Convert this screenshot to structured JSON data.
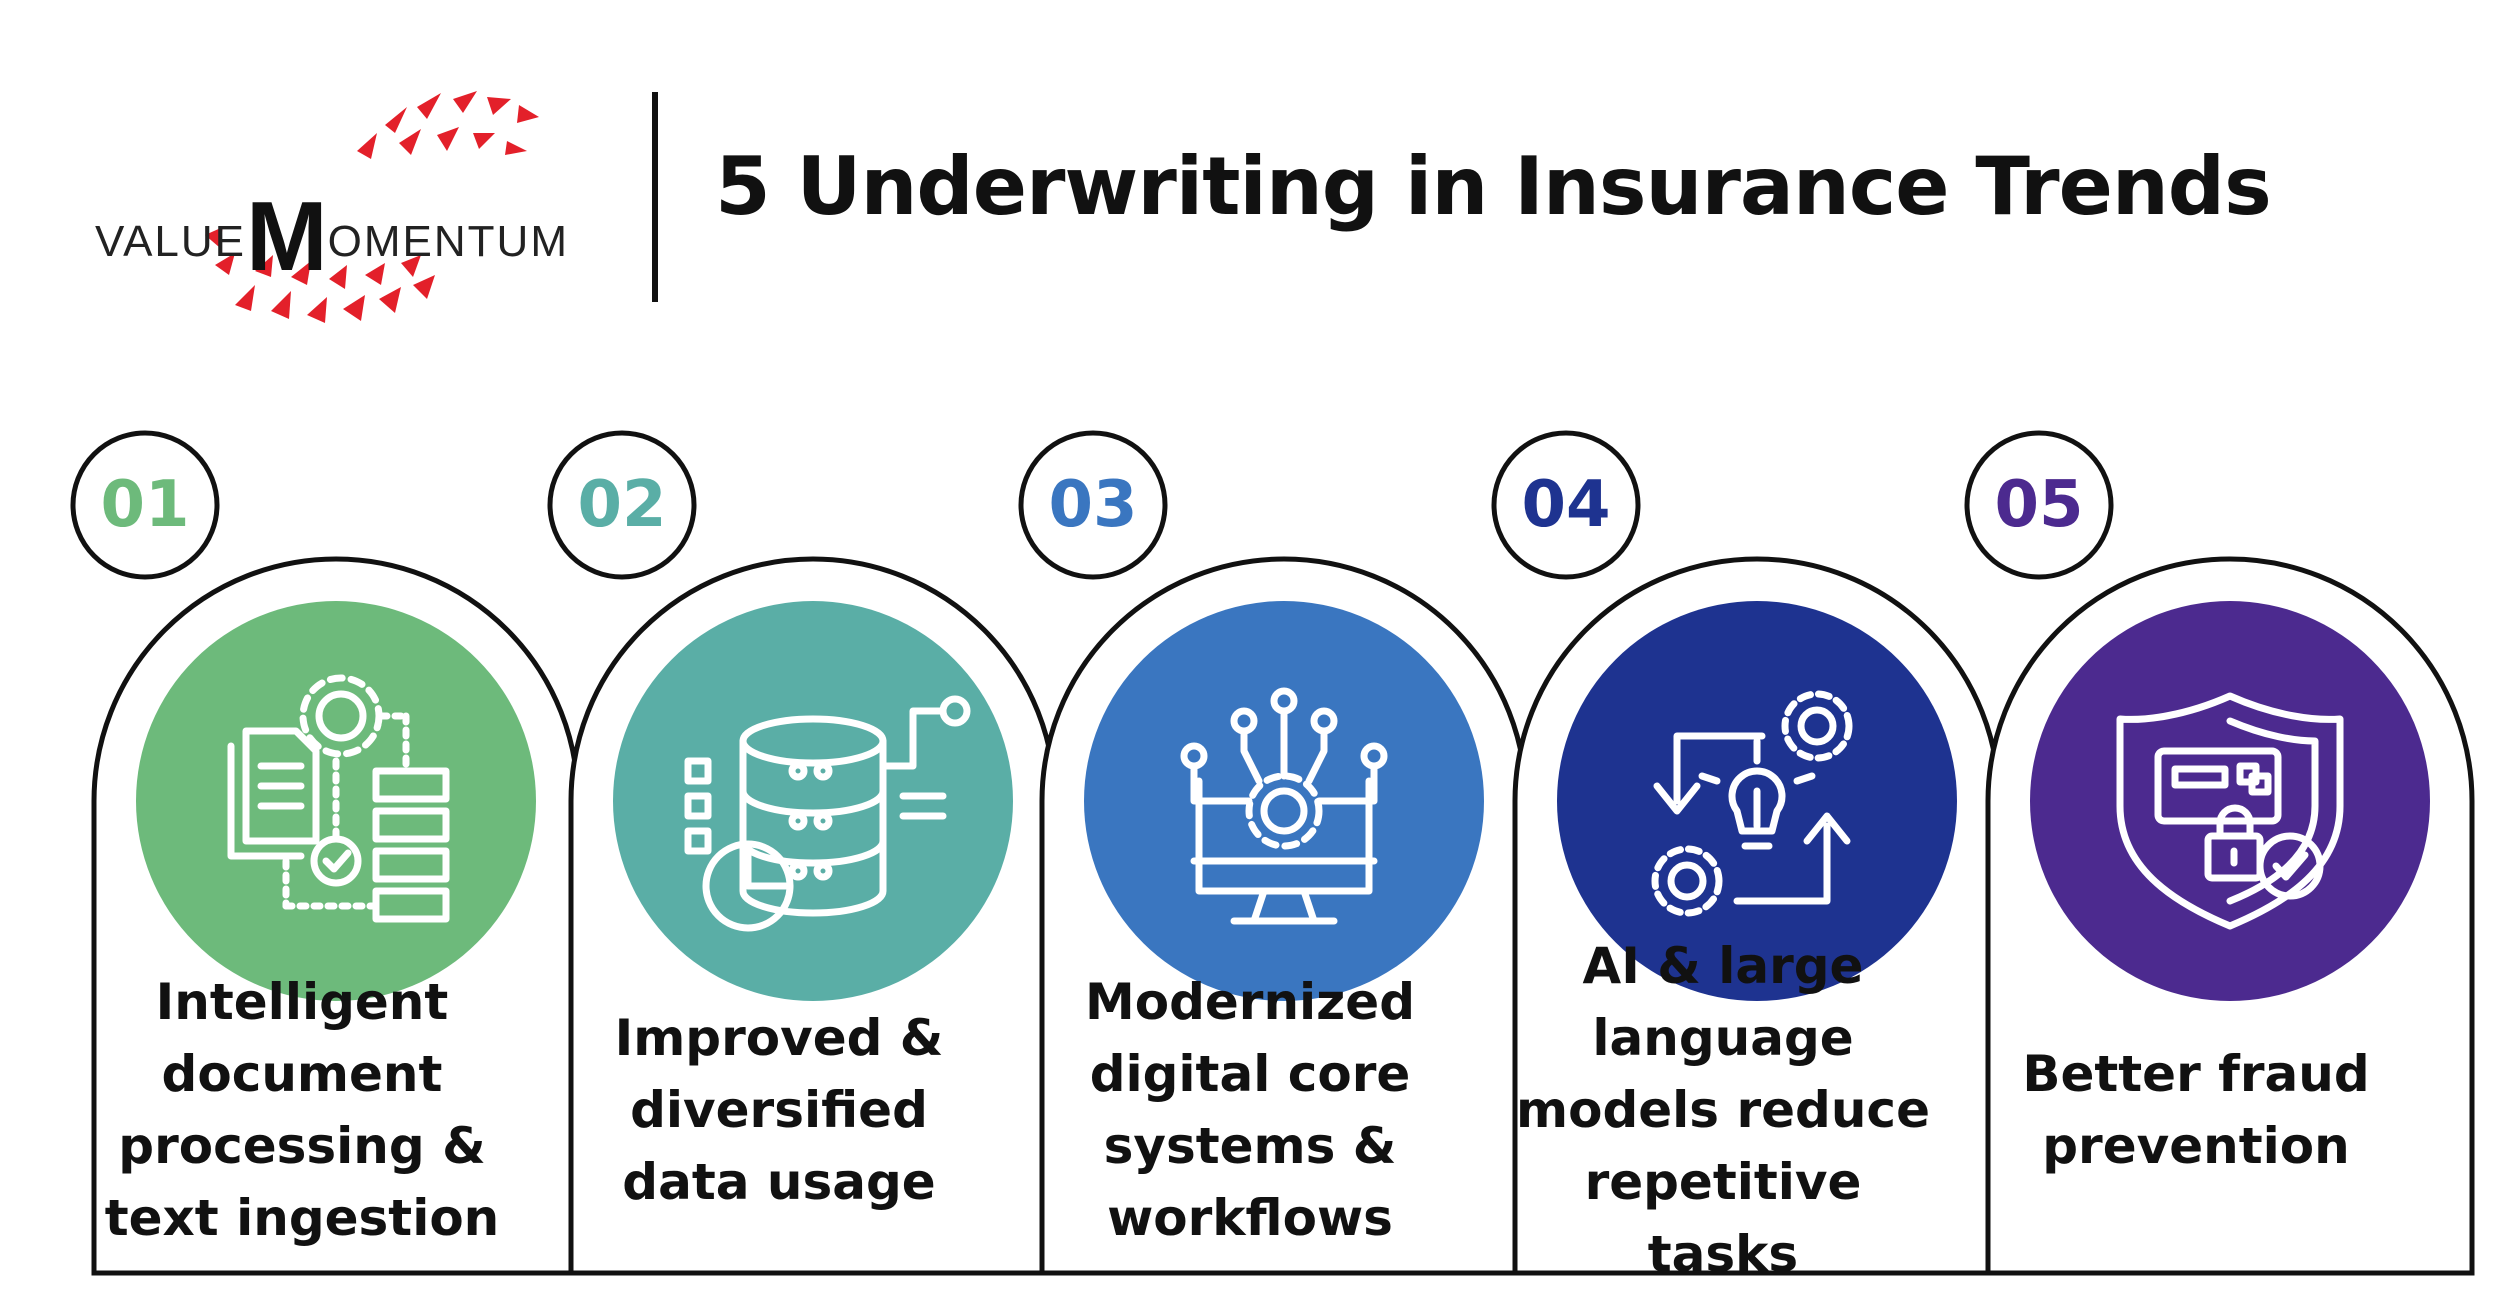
{
  "header": {
    "logo": {
      "text_prefix": "VALUE",
      "text_initial": "M",
      "text_suffix": "OMENTUM"
    },
    "title": "5 Underwriting in Insurance Trends"
  },
  "colors": {
    "accent_red": "#e3202a",
    "outline": "#111111",
    "card_1": "#6dba7b",
    "card_2": "#5aaea6",
    "card_3": "#3a76c0",
    "card_4": "#1e3390",
    "card_5": "#4c2a8f"
  },
  "cards": [
    {
      "number": "01",
      "label": "Intelligent document processing & text ingestion",
      "icon": "document-workflow-gear-icon"
    },
    {
      "number": "02",
      "label": "Improved & diversified data usage",
      "icon": "database-chart-icon"
    },
    {
      "number": "03",
      "label": "Modernized digital core systems & workflows",
      "icon": "monitor-gear-network-icon"
    },
    {
      "number": "04",
      "label": "AI & large language models reduce repetitive tasks",
      "icon": "gears-lightbulb-arrows-icon"
    },
    {
      "number": "05",
      "label": "Better fraud prevention",
      "icon": "shield-lock-check-icon"
    }
  ]
}
